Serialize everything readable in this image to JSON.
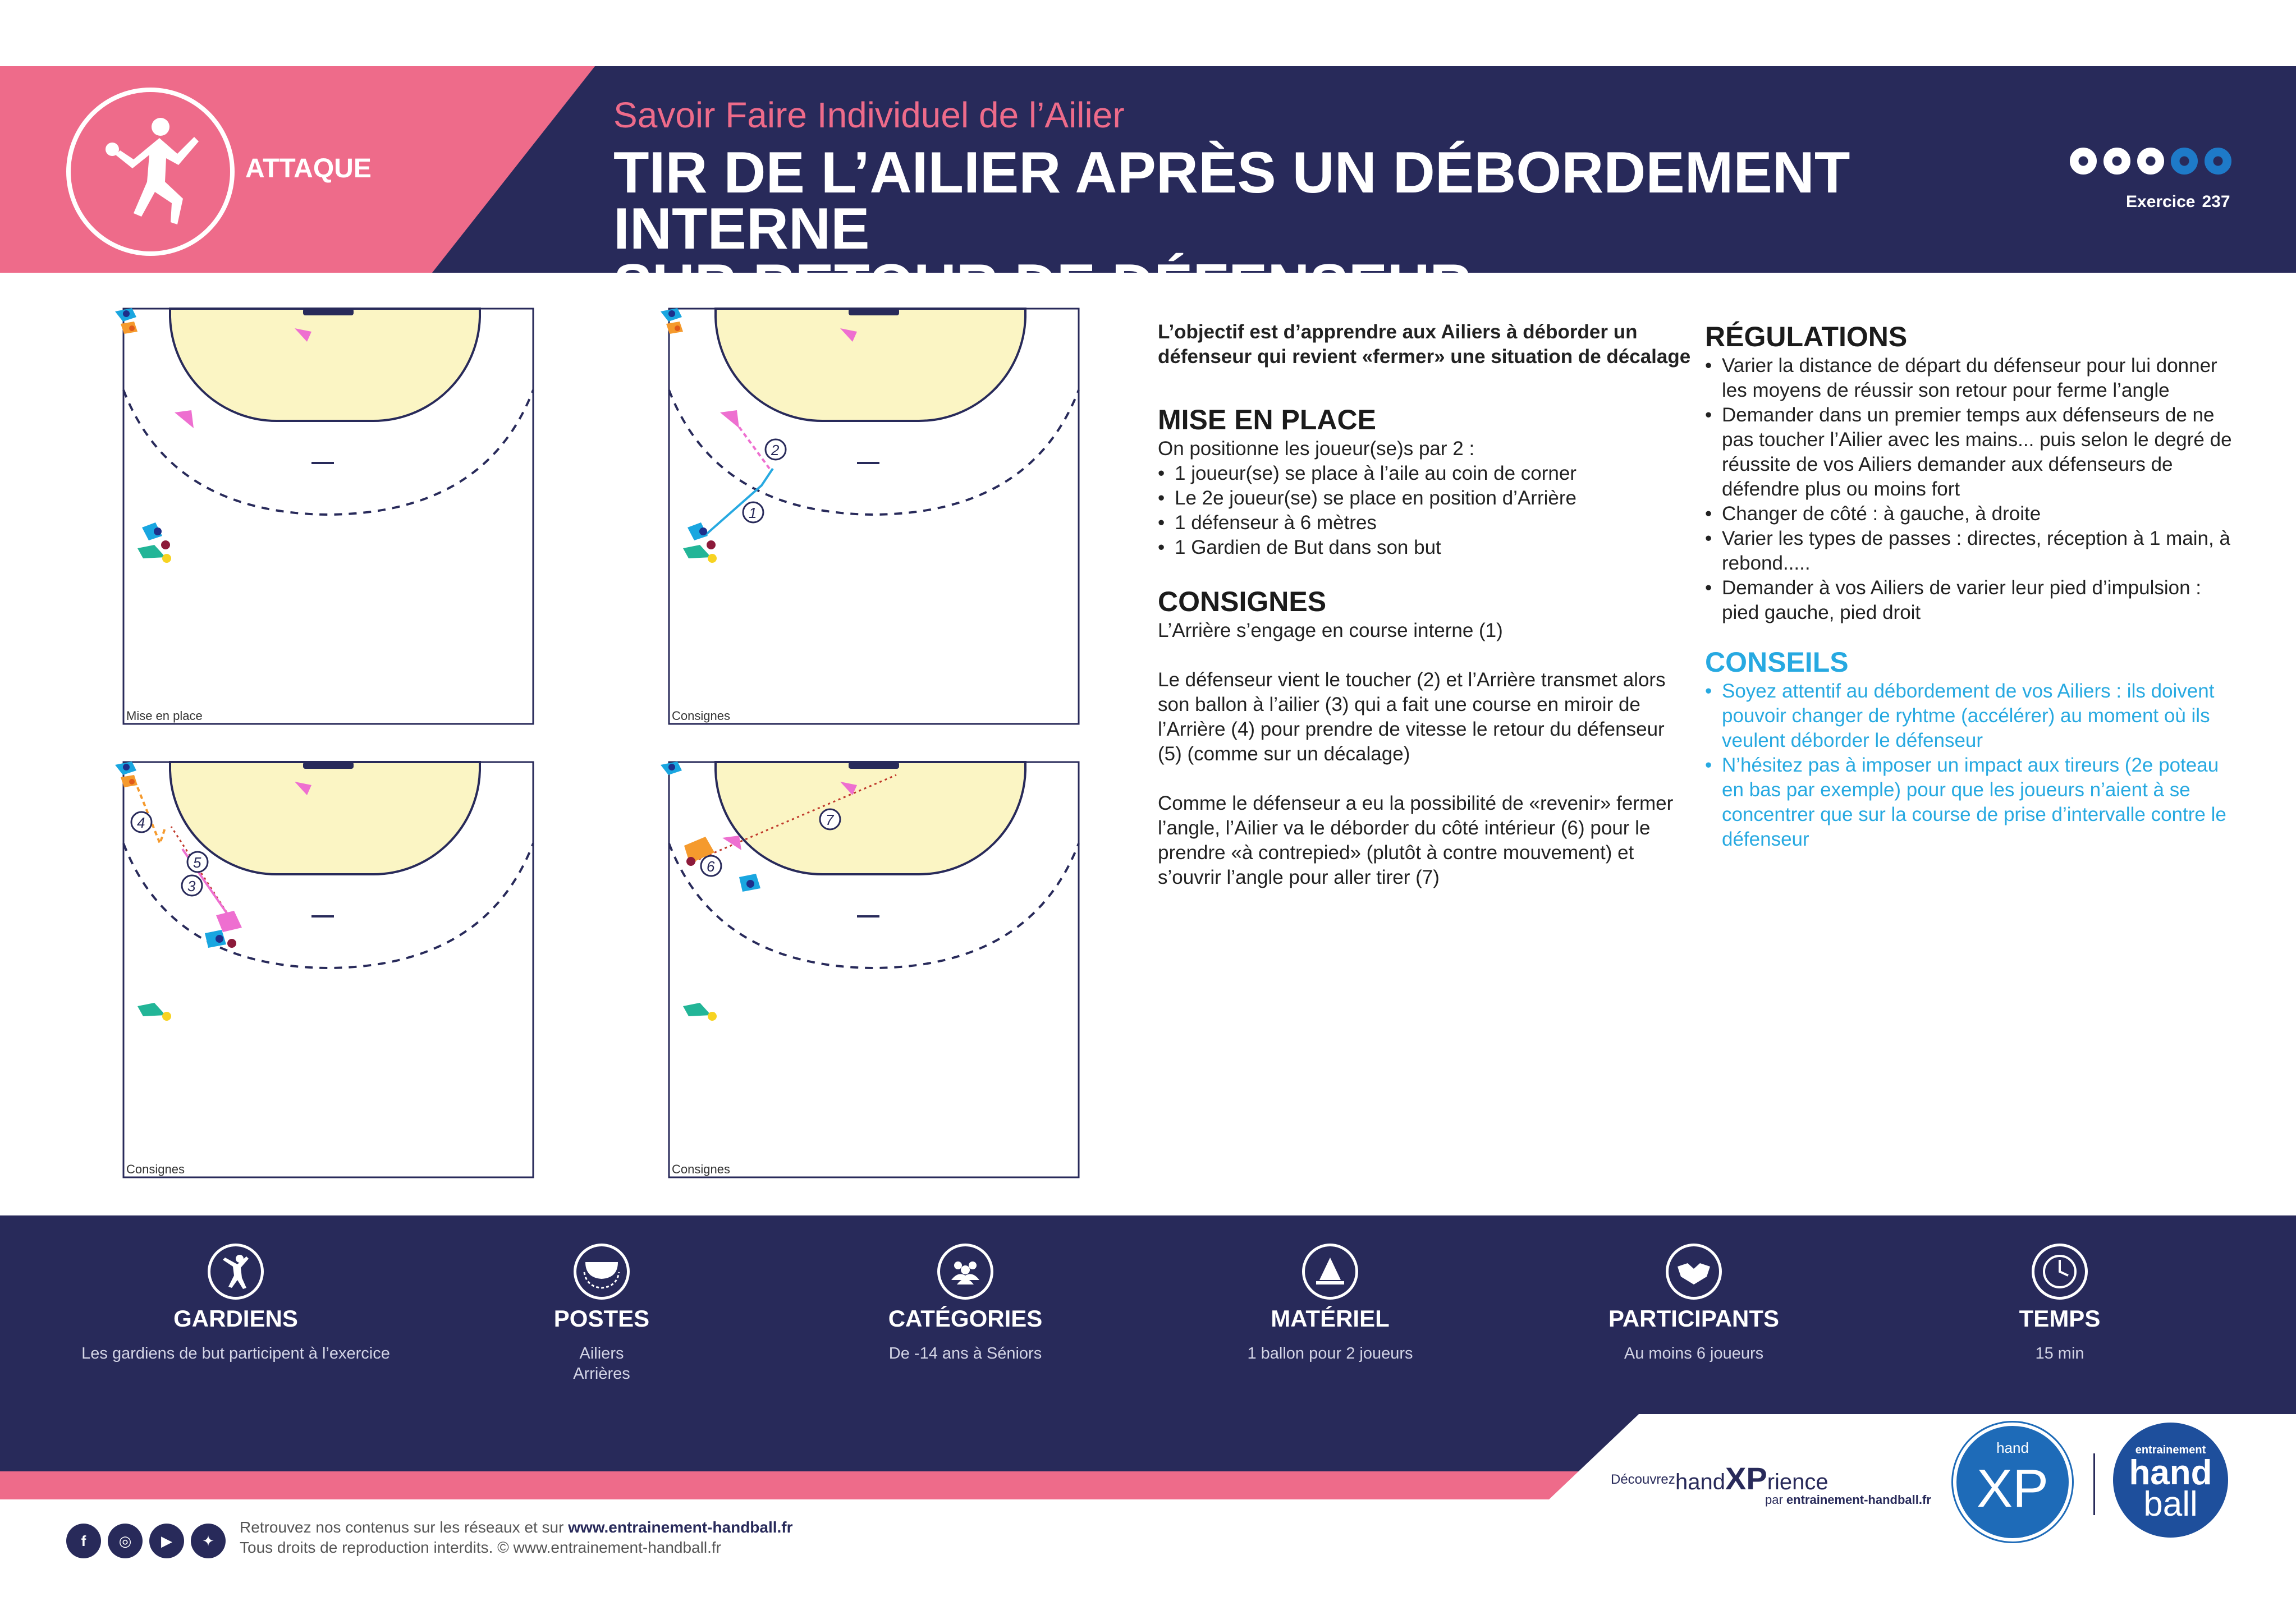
{
  "header": {
    "category": "ATTAQUE",
    "subtitle": "Savoir Faire Individuel de l’Ailier",
    "title_line1": "TIR DE L’AILIER APRÈS UN DÉBORDEMENT INTERNE",
    "title_line2": "SUR RETOUR DE DÉFENSEUR",
    "level_filled": 3,
    "level_total": 5,
    "exercise_label": "Exercice",
    "exercise_number": "237"
  },
  "diagrams": [
    {
      "label": "Mise en place"
    },
    {
      "label": "Consignes"
    },
    {
      "label": "Consignes"
    },
    {
      "label": "Consignes"
    }
  ],
  "diagram_numbers": [
    "1",
    "2",
    "3",
    "4",
    "5",
    "6",
    "7"
  ],
  "content": {
    "intro": "L’objectif est d’apprendre aux Ailiers à déborder un défenseur qui revient «fermer» une situation de décalage",
    "mise_title": "MISE EN PLACE",
    "mise_lead": "On positionne les joueur(se)s par 2 :",
    "mise_items": [
      "1 joueur(se) se place à l’aile au coin de corner",
      "Le 2e joueur(se) se place en position d’Arrière",
      "1 défenseur à 6 mètres",
      "1 Gardien de But dans son but"
    ],
    "consignes_title": "CONSIGNES",
    "consignes_p1": "L’Arrière s’engage en course interne (1)",
    "consignes_p2": "Le défenseur vient le toucher (2) et l’Arrière transmet alors son ballon à l’ailier (3) qui a fait une course en miroir de l’Arrière (4) pour prendre de vitesse le retour du défenseur (5) (comme sur un décalage)",
    "consignes_p3": "Comme le défenseur a eu la possibilité de «revenir» fermer l’angle, l’Ailier va le déborder du côté intérieur (6) pour le prendre «à contrepied» (plutôt à contre mouvement) et s’ouvrir l’angle pour aller tirer (7)",
    "regulations_title": "RÉGULATIONS",
    "regulations_items": [
      "Varier la distance de départ du défenseur pour lui donner les moyens de réussir son retour pour ferme l’angle",
      "Demander dans un premier temps aux défenseurs de ne pas toucher l’Ailier avec les mains... puis selon le degré de réussite de vos Ailiers demander aux défenseurs de défendre plus ou moins fort",
      "Changer de côté : à gauche, à droite",
      "Varier les types de passes : directes, réception à 1 main, à rebond.....",
      "Demander à vos Ailiers de varier leur pied d’impulsion : pied gauche, pied droit"
    ],
    "conseils_title": "CONSEILS",
    "conseils_items": [
      "Soyez attentif au débordement de vos Ailiers : ils doivent pouvoir changer de ryhtme (accélérer) au moment où ils veulent déborder le défenseur",
      "N’hésitez pas à imposer un impact aux tireurs (2e poteau en bas par exemple) pour que les joueurs n’aient à se concentrer que sur la course de prise d’intervalle contre le défenseur"
    ]
  },
  "info": [
    {
      "icon": "goalkeeper-icon",
      "label": "GARDIENS",
      "value": [
        "Les gardiens de but participent à l’exercice"
      ]
    },
    {
      "icon": "court-zone-icon",
      "label": "POSTES",
      "value": [
        "Ailiers",
        "Arrières"
      ]
    },
    {
      "icon": "group-icon",
      "label": "CATÉGORIES",
      "value": [
        "De -14 ans à Séniors"
      ]
    },
    {
      "icon": "cone-icon",
      "label": "MATÉRIEL",
      "value": [
        "1 ballon pour 2 joueurs"
      ]
    },
    {
      "icon": "handshake-icon",
      "label": "PARTICIPANTS",
      "value": [
        "Au moins 6 joueurs"
      ]
    },
    {
      "icon": "clock-icon",
      "label": "TEMPS",
      "value": [
        "15 min"
      ]
    }
  ],
  "brand": {
    "decouvrez": "Découvrez",
    "handxp_prefix": "hand",
    "handxp_xp": "XP",
    "handxp_suffix": "rience",
    "par": "par",
    "par_site": "entrainement-handball.fr",
    "xp_logo_hand": "hand",
    "xp_logo_xp": "XP",
    "hb_logo_top": "entrainement",
    "hb_logo_mid": "hand",
    "hb_logo_bot": "ball"
  },
  "footer": {
    "line1_prefix": "Retrouvez nos contenus sur les réseaux et sur",
    "line1_site": "www.entrainement-handball.fr",
    "line2": "Tous droits de reproduction interdits. © www.entrainement-handball.fr",
    "social": [
      "facebook-icon",
      "instagram-icon",
      "youtube-icon",
      "twitter-icon"
    ]
  },
  "colors": {
    "navy": "#282a5a",
    "pink": "#ee6b8a",
    "blue_accent": "#27a9e1",
    "zone_fill": "#fbf5c4",
    "player_blue": "#19a6e0",
    "player_orange": "#f59a2d",
    "player_pink": "#ee6fd0",
    "player_green": "#22b597"
  }
}
